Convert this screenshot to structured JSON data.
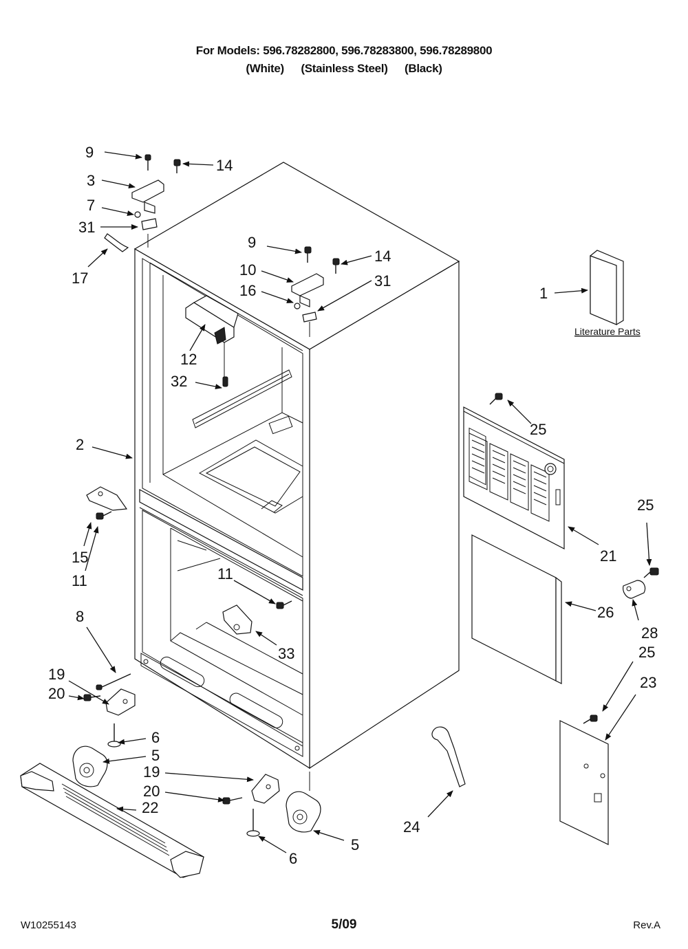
{
  "header": {
    "models_line": "For Models: 596.78282800, 596.78283800, 596.78289800",
    "finishes": [
      "(White)",
      "(Stainless Steel)",
      "(Black)"
    ]
  },
  "callouts": {
    "c9a": "9",
    "c14a": "14",
    "c3": "3",
    "c7": "7",
    "c31a": "31",
    "c17": "17",
    "c9b": "9",
    "c14b": "14",
    "c10": "10",
    "c16": "16",
    "c31b": "31",
    "c1": "1",
    "c12": "12",
    "c32": "32",
    "c25a": "25",
    "c2": "2",
    "c21": "21",
    "c25b": "25",
    "c15": "15",
    "c11a": "11",
    "c11b": "11",
    "c26": "26",
    "c28": "28",
    "c8": "8",
    "c33": "33",
    "c25c": "25",
    "c23": "23",
    "c19a": "19",
    "c20a": "20",
    "c6a": "6",
    "c5a": "5",
    "c19b": "19",
    "c20b": "20",
    "c22": "22",
    "c24": "24",
    "c5b": "5",
    "c6b": "6"
  },
  "literature_label": "Literature Parts",
  "footer": {
    "doc_number": "W10255143",
    "date": "5/09",
    "revision": "Rev.A"
  }
}
